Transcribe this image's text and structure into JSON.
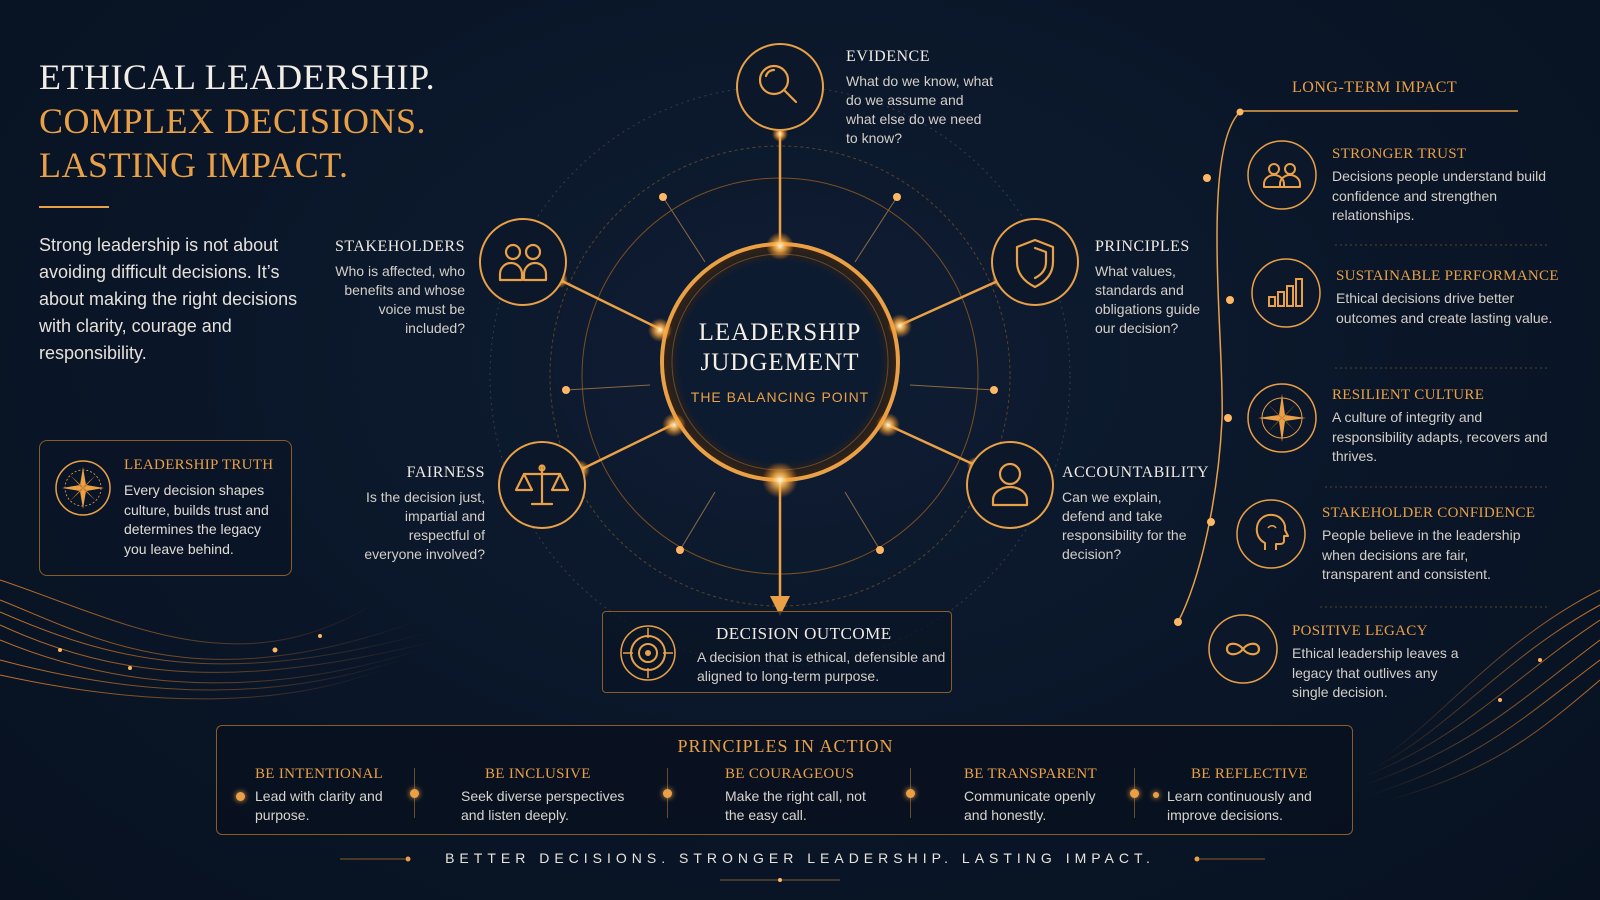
{
  "headline": {
    "line1": "ETHICAL LEADERSHIP.",
    "line2": "COMPLEX DECISIONS.",
    "line3": "LASTING IMPACT."
  },
  "intro": "Strong leadership is not about avoiding difficult decisions. It’s about making the right decisions with clarity, courage and responsibility.",
  "truth": {
    "title": "LEADERSHIP TRUTH",
    "body": "Every decision shapes culture, builds trust and determines the legacy you leave behind.",
    "icon": "compass-icon"
  },
  "center": {
    "title_line1": "LEADERSHIP",
    "title_line2": "JUDGEMENT",
    "subtitle": "THE BALANCING POINT"
  },
  "nodes": {
    "evidence": {
      "title": "EVIDENCE",
      "body": "What do we know, what do we assume and what else do we need to know?",
      "icon": "magnifier-icon"
    },
    "stakeholders": {
      "title": "STAKEHOLDERS",
      "body": "Who is affected, who benefits and whose voice must be included?",
      "icon": "people-icon"
    },
    "principles": {
      "title": "PRINCIPLES",
      "body": "What values, standards and obligations guide our decision?",
      "icon": "shield-icon"
    },
    "fairness": {
      "title": "FAIRNESS",
      "body": "Is the decision just, impartial and respectful of everyone involved?",
      "icon": "scales-icon"
    },
    "accountability": {
      "title": "ACCOUNTABILITY",
      "body": "Can we explain, defend and take responsibility for the decision?",
      "icon": "person-icon"
    }
  },
  "outcome": {
    "title": "DECISION OUTCOME",
    "body": "A decision that is ethical, defensible and aligned to long-term purpose.",
    "icon": "target-icon"
  },
  "impact": {
    "title": "LONG-TERM IMPACT",
    "items": [
      {
        "title": "STRONGER TRUST",
        "body": "Decisions people understand build confidence and strengthen relationships.",
        "icon": "group-icon"
      },
      {
        "title": "SUSTAINABLE PERFORMANCE",
        "body": "Ethical decisions drive better outcomes and create lasting value.",
        "icon": "bar-chart-icon"
      },
      {
        "title": "RESILIENT CULTURE",
        "body": "A culture of integrity and responsibility adapts, recovers and thrives.",
        "icon": "compass-star-icon"
      },
      {
        "title": "STAKEHOLDER CONFIDENCE",
        "body": "People believe in the leadership when decisions are fair, transparent and consistent.",
        "icon": "head-profile-icon"
      },
      {
        "title": "POSITIVE LEGACY",
        "body": "Ethical leadership leaves a legacy that outlives any single decision.",
        "icon": "infinity-icon"
      }
    ]
  },
  "action": {
    "title": "PRINCIPLES IN ACTION",
    "items": [
      {
        "title": "BE INTENTIONAL",
        "body": "Lead with clarity and purpose."
      },
      {
        "title": "BE INCLUSIVE",
        "body": "Seek diverse perspectives and listen deeply."
      },
      {
        "title": "BE COURAGEOUS",
        "body": "Make the right call, not the easy call."
      },
      {
        "title": "BE TRANSPARENT",
        "body": "Communicate openly and honestly."
      },
      {
        "title": "BE REFLECTIVE",
        "body": "Learn continuously and improve decisions."
      }
    ]
  },
  "tagline": "BETTER DECISIONS. STRONGER LEADERSHIP. LASTING IMPACT.",
  "colors": {
    "accent": "#e9a046",
    "background": "#0a1628",
    "text": "#e6e1d9"
  }
}
